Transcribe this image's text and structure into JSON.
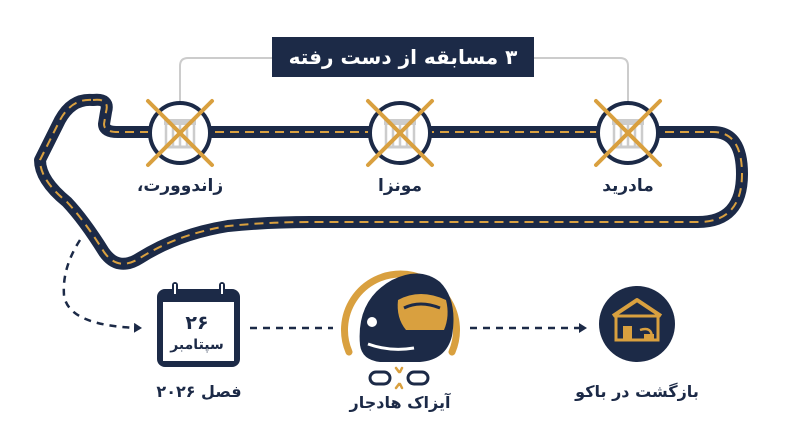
{
  "title": "۳ مسابقه از دست رفته",
  "races": [
    {
      "name": "زاندوورت،",
      "status": "missed"
    },
    {
      "name": "مونزا",
      "status": "missed"
    },
    {
      "name": "مادرید",
      "status": "missed"
    }
  ],
  "calendar": {
    "day": "۲۶",
    "month": "سپتامبر"
  },
  "season_label": "فصل ۲۰۲۶",
  "driver_label": "آیزاک هادجار",
  "return_label": "بازگشت در باکو",
  "colors": {
    "navy": "#1c2a47",
    "gold": "#d9a03f",
    "gray": "#cccccc"
  },
  "icons": [
    "grandstand-icon",
    "cross-mark-icon",
    "calendar-icon",
    "helmet-icon",
    "broken-link-icon",
    "garage-icon",
    "arrow-right-icon"
  ]
}
